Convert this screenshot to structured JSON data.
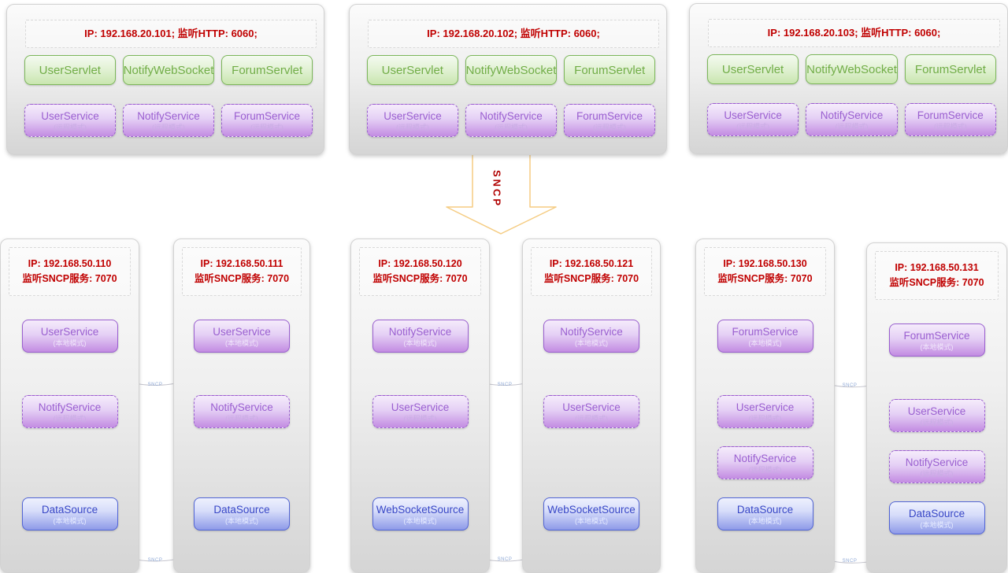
{
  "arrow": {
    "label": "SNCP"
  },
  "links": [
    {
      "label": "SNCP"
    },
    {
      "label": "SNCP"
    },
    {
      "label": "SNCP"
    },
    {
      "label": "SNCP"
    },
    {
      "label": "SNCP"
    },
    {
      "label": "SNCP"
    }
  ],
  "top_nodes": [
    {
      "ip": "IP: 192.168.20.101;  监听HTTP: 6060;",
      "servlets": [
        "UserServlet",
        "NotifyWebSocket",
        "ForumServlet"
      ],
      "services": [
        {
          "name": "UserService",
          "mode": "(远程模式)"
        },
        {
          "name": "NotifyService",
          "mode": "(远程模式)"
        },
        {
          "name": "ForumService",
          "mode": "(远程模式)"
        }
      ]
    },
    {
      "ip": "IP: 192.168.20.102;  监听HTTP: 6060;",
      "servlets": [
        "UserServlet",
        "NotifyWebSocket",
        "ForumServlet"
      ],
      "services": [
        {
          "name": "UserService",
          "mode": "(远程模式)"
        },
        {
          "name": "NotifyService",
          "mode": "(远程模式)"
        },
        {
          "name": "ForumService",
          "mode": "(远程模式)"
        }
      ]
    },
    {
      "ip": "IP: 192.168.20.103;  监听HTTP: 6060;",
      "servlets": [
        "UserServlet",
        "NotifyWebSocket",
        "ForumServlet"
      ],
      "services": [
        {
          "name": "UserService",
          "mode": "(远程模式)"
        },
        {
          "name": "NotifyService",
          "mode": "(远程模式)"
        },
        {
          "name": "ForumService",
          "mode": "(远程模式)"
        }
      ]
    }
  ],
  "bottom_nodes": [
    {
      "ip1": "IP: 192.168.50.110",
      "ip2": "监听SNCP服务: 7070",
      "services": [
        {
          "name": "UserService",
          "mode": "(本地模式)"
        },
        {
          "name": "NotifyService",
          "mode": "(远程模式)"
        },
        {
          "name": "DataSource",
          "mode": "(本地模式)"
        }
      ]
    },
    {
      "ip1": "IP: 192.168.50.111",
      "ip2": "监听SNCP服务: 7070",
      "services": [
        {
          "name": "UserService",
          "mode": "(本地模式)"
        },
        {
          "name": "NotifyService",
          "mode": "(远程模式)"
        },
        {
          "name": "DataSource",
          "mode": "(本地模式)"
        }
      ]
    },
    {
      "ip1": "IP: 192.168.50.120",
      "ip2": "监听SNCP服务: 7070",
      "services": [
        {
          "name": "NotifyService",
          "mode": "(本地模式)"
        },
        {
          "name": "UserService",
          "mode": "(远程模式)"
        },
        {
          "name": "WebSocketSource",
          "mode": "(本地模式)"
        }
      ]
    },
    {
      "ip1": "IP: 192.168.50.121",
      "ip2": "监听SNCP服务: 7070",
      "services": [
        {
          "name": "NotifyService",
          "mode": "(本地模式)"
        },
        {
          "name": "UserService",
          "mode": "(远程模式)"
        },
        {
          "name": "WebSocketSource",
          "mode": "(本地模式)"
        }
      ]
    },
    {
      "ip1": "IP: 192.168.50.130",
      "ip2": "监听SNCP服务: 7070",
      "services": [
        {
          "name": "ForumService",
          "mode": "(本地模式)"
        },
        {
          "name": "UserService",
          "mode": "(远程模式)"
        },
        {
          "name": "NotifyService",
          "mode": "(远程模式)"
        },
        {
          "name": "DataSource",
          "mode": "(本地模式)"
        }
      ]
    },
    {
      "ip1": "IP: 192.168.50.131",
      "ip2": "监听SNCP服务: 7070",
      "services": [
        {
          "name": "ForumService",
          "mode": "(本地模式)"
        },
        {
          "name": "UserService",
          "mode": "(远程模式)"
        },
        {
          "name": "NotifyService",
          "mode": "(远程模式)"
        },
        {
          "name": "DataSource",
          "mode": "(本地模式)"
        }
      ]
    }
  ],
  "colors": {
    "red_text": "#c00000",
    "green": "#71ad47",
    "purple": "#9a5fd0",
    "blue": "#3847c6",
    "arrow_outline": "#f5cc82",
    "connector": "#c3c3cc",
    "connector_label": "#8fa9d6"
  }
}
